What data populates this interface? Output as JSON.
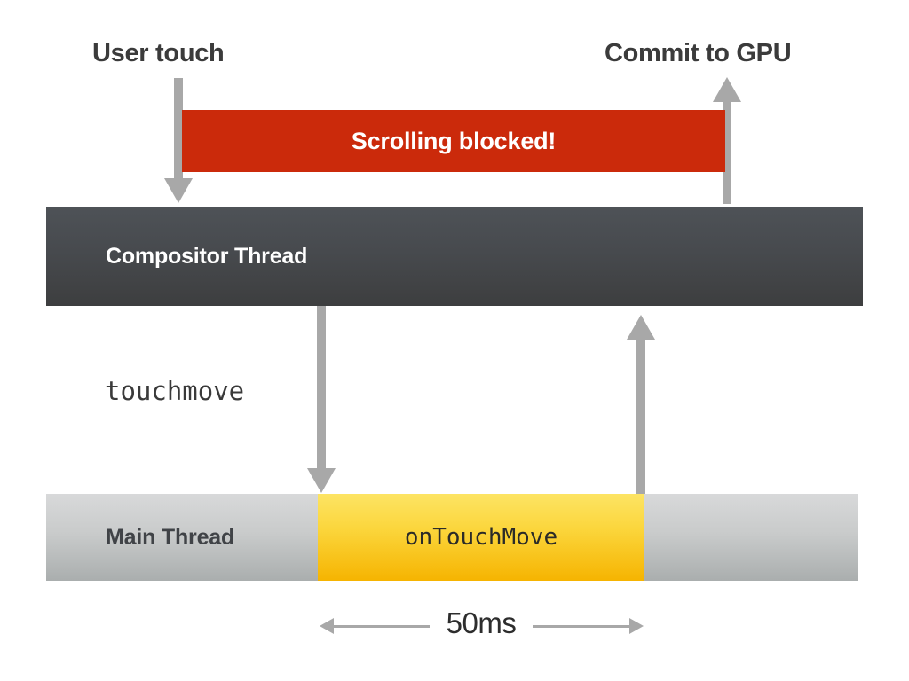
{
  "diagram": {
    "title_labels": {
      "user_touch": "User touch",
      "commit_to_gpu": "Commit to GPU"
    },
    "blocked_banner": {
      "text": "Scrolling blocked!",
      "color": "#cb2a0b",
      "text_color": "#ffffff"
    },
    "lanes": [
      {
        "id": "compositor-thread",
        "label": "Compositor Thread",
        "color_top": "#4e5257",
        "color_bottom": "#3d3e3f",
        "label_color": "#ffffff"
      },
      {
        "id": "main-thread",
        "label": "Main Thread",
        "color_top": "#d8d9da",
        "color_bottom": "#aaaeae",
        "label_color": "#404347"
      }
    ],
    "events": {
      "touchmove": "touchmove",
      "on_touch_move": "onTouchMove",
      "on_touch_move_color_top": "#fde464",
      "on_touch_move_color_bottom": "#f6b401"
    },
    "measure": {
      "label": "50ms",
      "line_color": "#a8a8a8"
    },
    "arrow_color": "#a8a8a8"
  }
}
